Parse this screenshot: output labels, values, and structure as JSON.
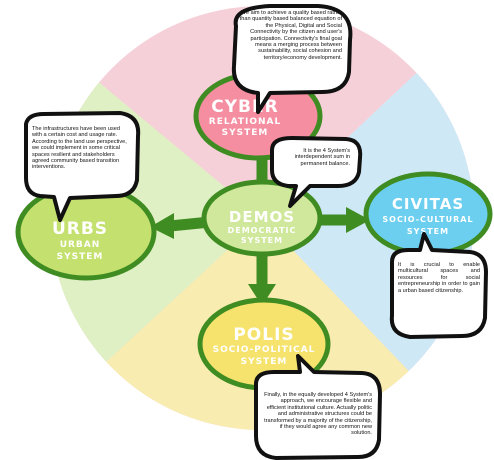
{
  "colors": {
    "cyber_sector": "#f6d0d8",
    "civitas_sector": "#cfe8f6",
    "polis_sector": "#f8ecb0",
    "urbs_sector": "#dff0c4",
    "cyber_fill": "#f48ea0",
    "civitas_fill": "#6ccff0",
    "polis_fill": "#f6e36e",
    "urbs_fill": "#c4e06e",
    "demos_fill": "#cfe89c",
    "green_stroke": "#3e8c22",
    "text_white": "#ffffff"
  },
  "nodes": {
    "cyber": {
      "title": "CYBER",
      "line1": "RELATIONAL",
      "line2": "SYSTEM"
    },
    "demos": {
      "title": "DEMOS",
      "line1": "DEMOCRATIC",
      "line2": "SYSTEM"
    },
    "urbs": {
      "title": "URBS",
      "line1": "URBAN",
      "line2": "SYSTEM"
    },
    "civitas": {
      "title": "CIVITAS",
      "line1": "SOCIO-CULTURAL",
      "line2": "SYSTEM"
    },
    "polis": {
      "title": "POLIS",
      "line1": "SOCIO-POLITICAL",
      "line2": "SYSTEM"
    }
  },
  "bubbles": {
    "cyber": "We aim to achieve a quality based rather than quantity based balanced equation of the Physical, Digital and Social Connectivity by the citizen and user's participation. Connectivity's final goal means a merging process between sustainability, social cohesion and territory/economy development.",
    "demos": "It is the 4 System's interdependent sum in permanent balance.",
    "urbs": "The infrastructures have been used with a certain cost and usage rate. According to the land use perspective, we could implement in some critical spaces resilient and stakeholders agreed community based transition interventions.",
    "civitas": "It is crucial to enable multicultural spaces and resources for social entrepreneurship in order to gain a urban based citizenship.",
    "polis": "Finally, in the equally developed 4 System's approach, we encourage flexible and efficient institutional culture. Actually politic and administrative structures could be transformed by a majority of the citizenship, if they would agree any common new solution."
  }
}
